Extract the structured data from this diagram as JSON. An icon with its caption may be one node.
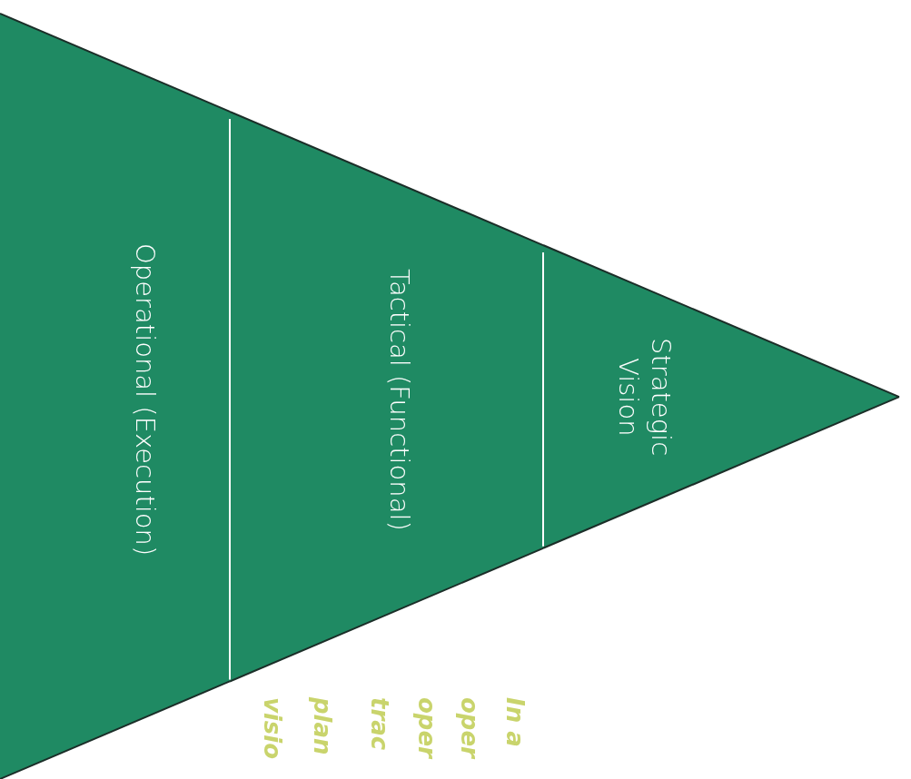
{
  "diagram": {
    "nodes": [
      {
        "text": [
          "Operational (Execution)"
        ]
      },
      {
        "text": [
          "Tactical (Functional)"
        ]
      },
      {
        "text": [
          "Strategic Vision"
        ]
      }
    ],
    "labels": [
      "In a",
      "oper",
      "oper",
      "trac",
      "plan",
      "visio"
    ]
  }
}
